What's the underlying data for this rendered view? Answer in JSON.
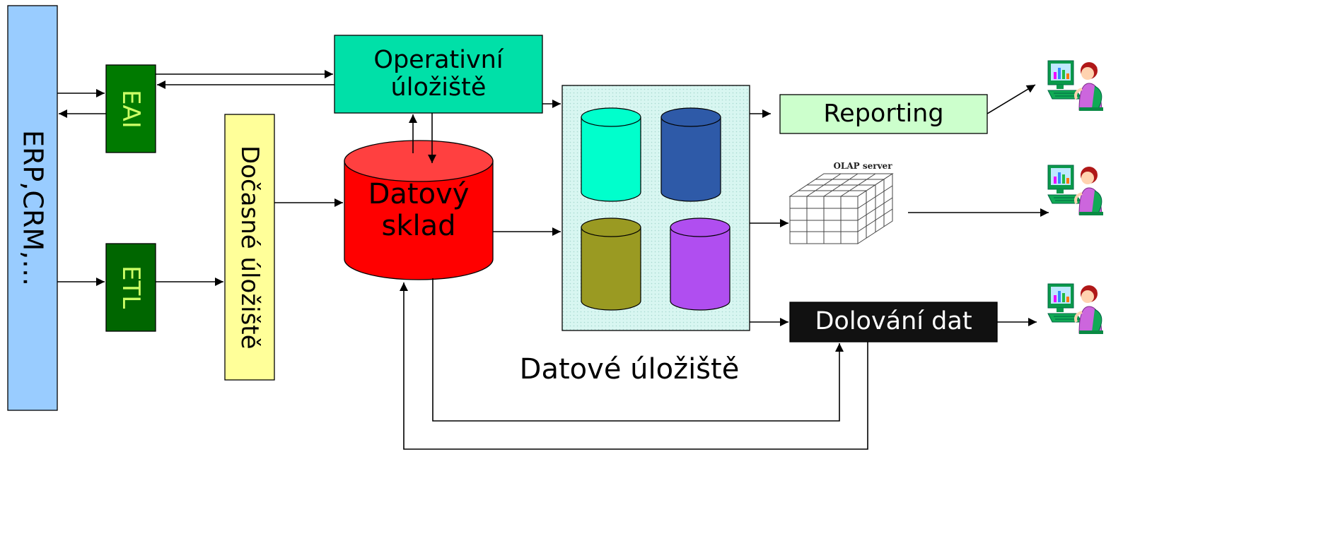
{
  "diagram": {
    "sources": {
      "label": "ERP,CRM,…",
      "fill": "#99ccff"
    },
    "eai": {
      "label": "EAI",
      "fill": "#007a00",
      "text_color": "#ccff66"
    },
    "etl": {
      "label": "ETL",
      "fill": "#006600",
      "text_color": "#ccff66"
    },
    "staging": {
      "label": "Dočasné úložiště",
      "fill": "#ffff99"
    },
    "ods": {
      "label": "Operativní\núložiště",
      "fill": "#00e0a8"
    },
    "dwh": {
      "label": "Datový\nsklad",
      "fill": "#ff0000"
    },
    "data_store": {
      "label": "Datové úložiště",
      "fill": "#d8f6f1",
      "cylinders": [
        {
          "fill": "#00ffcc"
        },
        {
          "fill": "#2e5aa8"
        },
        {
          "fill": "#9a9a22"
        },
        {
          "fill": "#b04ef0"
        }
      ]
    },
    "reporting": {
      "label": "Reporting",
      "fill": "#ccffcc"
    },
    "olap": {
      "label": "OLAP server"
    },
    "mining": {
      "label": "Dolování dat",
      "fill": "#111111",
      "text_color": "#ffffff"
    },
    "users": [
      {
        "icon": "user-at-computer-icon"
      },
      {
        "icon": "user-at-computer-icon"
      },
      {
        "icon": "user-at-computer-icon"
      }
    ]
  }
}
